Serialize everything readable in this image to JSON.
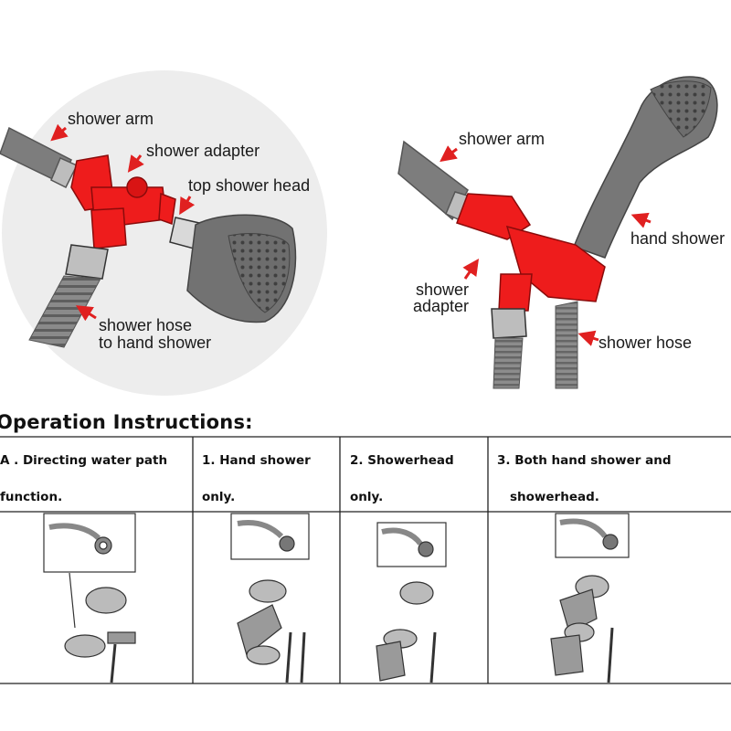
{
  "diagram_top_left": {
    "labels": {
      "shower_arm": "shower arm",
      "shower_adapter": "shower adapter",
      "top_shower_head": "top shower head",
      "shower_hose_line1": "shower hose",
      "shower_hose_line2": "to hand shower"
    }
  },
  "diagram_top_right": {
    "labels": {
      "shower_arm": "shower arm",
      "hand_shower": "hand shower",
      "shower_adapter_line1": "shower",
      "shower_adapter_line2": "adapter",
      "shower_hose": "shower hose"
    }
  },
  "instructions": {
    "heading": "Operation Instructions:",
    "columns": [
      {
        "line1": "A . Directing water path",
        "line2": "function."
      },
      {
        "line1": "1. Hand shower",
        "line2": "only."
      },
      {
        "line1": "2. Showerhead",
        "line2": "only."
      },
      {
        "line1": "3. Both hand shower and",
        "line2": "showerhead."
      }
    ]
  },
  "colors": {
    "adapter_red": "#ee1c1c",
    "pipe_gray": "#7a7a7a",
    "arrow_red": "#e02020",
    "circle_bg": "#ededed"
  }
}
